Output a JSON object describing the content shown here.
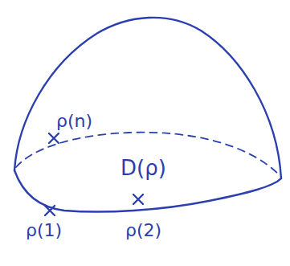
{
  "diagram": {
    "labels": [
      "ρ(n)",
      "D(ρ)",
      "ρ(1)",
      "ρ(2)"
    ]
  }
}
